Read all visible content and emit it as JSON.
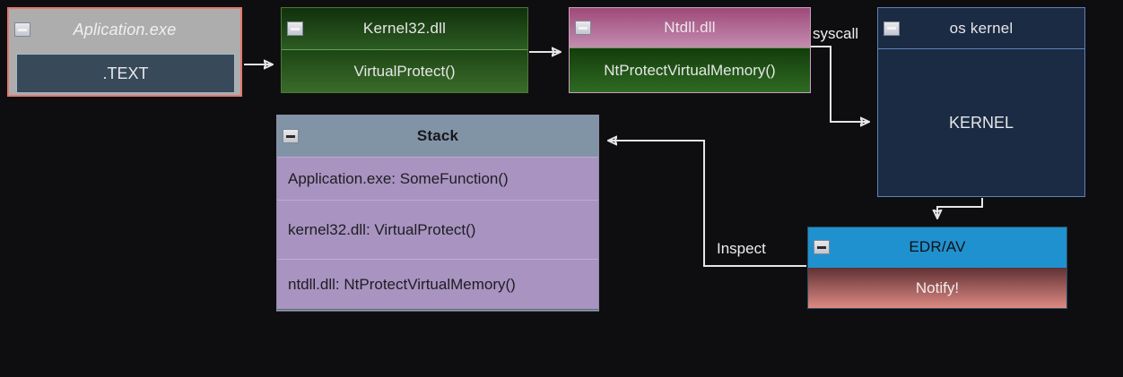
{
  "diagram": {
    "title": "API call chain with EDR stack inspection",
    "background": "#0e0e10"
  },
  "nodes": {
    "application": {
      "header": "Aplication.exe",
      "section": ".TEXT",
      "collapse_icon": "minus-box-icon",
      "border_color": "#e2796e",
      "header_color": "#adadad",
      "section_color": "#38495a"
    },
    "kernel32": {
      "header": "Kernel32.dll",
      "function": "VirtualProtect()",
      "collapse_icon": "minus-box-icon",
      "header_color": "#1d4615",
      "body_color": "#3a6b2a"
    },
    "ntdll": {
      "header": "Ntdll.dll",
      "function": "NtProtectVirtualMemory()",
      "collapse_icon": "minus-box-icon",
      "header_color": "#9e4a79",
      "body_color": "#2f6a22"
    },
    "oskernel": {
      "header": "os kernel",
      "body": "KERNEL",
      "collapse_icon": "minus-box-icon",
      "color": "#1b2b44",
      "border_color": "#5b84b8"
    },
    "stack": {
      "header": "Stack",
      "collapse_icon": "minus-box-icon",
      "header_color": "#8194a6",
      "row_color": "#a993c0",
      "rows": [
        "Application.exe: SomeFunction()",
        "kernel32.dll: VirtualProtect()",
        "ntdll.dll: NtProtectVirtualMemory()"
      ]
    },
    "edr": {
      "header": "EDR/AV",
      "action": "Notify!",
      "collapse_icon": "minus-box-icon",
      "header_color": "#2091cf",
      "action_color": "#dd8a82"
    }
  },
  "edges": [
    {
      "id": "app-to-kernel32",
      "from": "application",
      "to": "kernel32",
      "label": ""
    },
    {
      "id": "kernel32-to-ntdll",
      "from": "kernel32",
      "to": "ntdll",
      "label": ""
    },
    {
      "id": "ntdll-to-oskernel",
      "from": "ntdll",
      "to": "oskernel",
      "label": "syscall"
    },
    {
      "id": "oskernel-to-edr",
      "from": "oskernel",
      "to": "edr",
      "label": ""
    },
    {
      "id": "edr-to-stack",
      "from": "edr",
      "to": "stack",
      "label": "Inspect"
    }
  ],
  "labels": {
    "syscall": "syscall",
    "inspect": "Inspect"
  }
}
